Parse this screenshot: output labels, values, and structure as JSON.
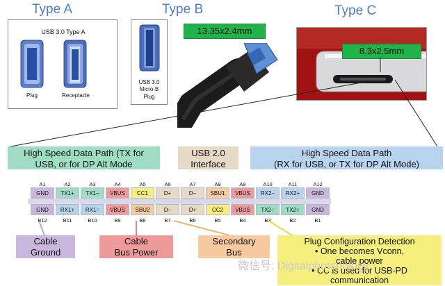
{
  "type_a": {
    "title": "Type A",
    "caption": "USB 3.0 Type A",
    "plug_label": "Plug",
    "receptacle_label": "Receptacle"
  },
  "type_b": {
    "title": "Type B",
    "dimension": "13.35x2.4mm",
    "caption_l1": "USB 3.0",
    "caption_l2": "Micro-B",
    "caption_l3": "Plug"
  },
  "type_c": {
    "title": "Type C",
    "dimension": "8.3x2.5mm"
  },
  "headers": {
    "hs_left_l1": "High Speed Data Path (TX for",
    "hs_left_l2": "USB, or for DP Alt Mode",
    "usb2_l1": "USB 2.0",
    "usb2_l2": "Interface",
    "hs_right_l1": "High Speed Data Path",
    "hs_right_l2": "(RX for USB, or TX for DP Alt Mode)"
  },
  "top_labels": [
    "A1",
    "A2",
    "A3",
    "A4",
    "A5",
    "A6",
    "A7",
    "A8",
    "A9",
    "A10",
    "A11",
    "A12"
  ],
  "row_a": [
    "GND",
    "TX1+",
    "TX1−",
    "VBUS",
    "CC1",
    "D+",
    "D−",
    "SBU1",
    "VBUS",
    "RX2−",
    "RX2+",
    "GND"
  ],
  "row_b": [
    "GND",
    "RX1+",
    "RX1−",
    "VBUS",
    "SBU2",
    "D−",
    "D+",
    "CC2",
    "VBUS",
    "TX2−",
    "TX2+",
    "GND"
  ],
  "bottom_labels": [
    "B12",
    "B11",
    "B10",
    "B9",
    "B8",
    "B7",
    "B6",
    "B5",
    "B4",
    "B3",
    "B2",
    "B1"
  ],
  "legend": {
    "cable_ground_l1": "Cable",
    "cable_ground_l2": "Ground",
    "cable_bus_power_l1": "Cable",
    "cable_bus_power_l2": "Bus Power",
    "secondary_bus_l1": "Secondary",
    "secondary_bus_l2": "Bus",
    "plug_config_title": "Plug Configuration Detection",
    "plug_config_b1": "One becomes Vconn,",
    "plug_config_b1b": "cable power",
    "plug_config_b2": "CC is used for USB-PD",
    "plug_config_b2b": "communication",
    "bullet": "•"
  },
  "watermark": "微信号: Digitalphotonology",
  "colors": {
    "gnd": "#c9b6dc",
    "tx": "#9fdcc6",
    "vbus": "#ef9a9a",
    "cc": "#f7ef7d",
    "usb2": "#e6dac7",
    "sbu": "#f8caa0",
    "hs_right": "#b7d3ee"
  }
}
